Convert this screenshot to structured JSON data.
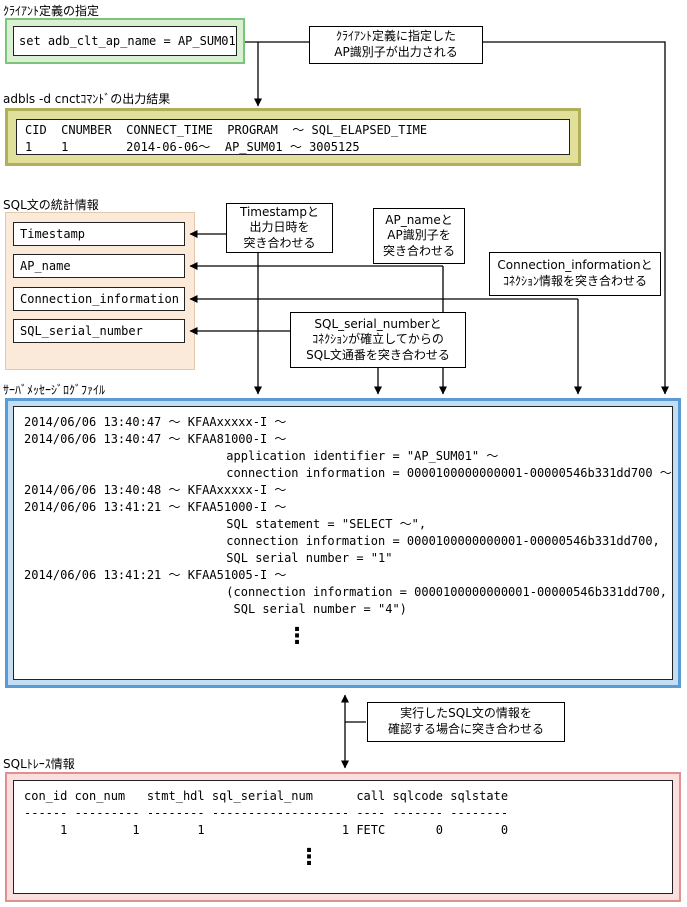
{
  "colors": {
    "green-border": "#7cc47c",
    "green-fill": "#d9f0d2",
    "olive-border": "#b0b05a",
    "olive-fill": "#e0e09a",
    "tan-border": "#e3c8ac",
    "tan-fill": "#fbead9",
    "blue-border": "#5b9bd5",
    "blue-fill": "#c3ddf2",
    "pink-border": "#e09090",
    "pink-fill": "#fbdede",
    "line": "#000000"
  },
  "client_def": {
    "label": "ｸﾗｲｱﾝﾄ定義の指定",
    "code": "set adb_clt_ap_name = AP_SUM01"
  },
  "top_callout": {
    "lines": [
      "ｸﾗｲｱﾝﾄ定義に指定した",
      "AP識別子が出力される"
    ]
  },
  "adbls": {
    "label": "adbls -d cnctｺﾏﾝﾄﾞの出力結果",
    "lines": [
      "CID  CNUMBER  CONNECT_TIME  PROGRAM  ～ SQL_ELAPSED_TIME",
      "1    1        2014-06-06～  AP_SUM01 ～ 3005125"
    ]
  },
  "stats": {
    "label": "SQL文の統計情報",
    "items": [
      "Timestamp",
      "AP_name",
      "Connection_information",
      "SQL_serial_number"
    ]
  },
  "callouts": {
    "timestamp": {
      "lines": [
        "Timestampと",
        "出力日時を",
        "突き合わせる"
      ]
    },
    "ap_name": {
      "lines": [
        "AP_nameと",
        "AP識別子を",
        "突き合わせる"
      ]
    },
    "connection": {
      "lines": [
        "Connection_informationと",
        "ｺﾈｸｼｮﾝ情報を突き合わせる"
      ]
    },
    "serial": {
      "lines": [
        "SQL_serial_numberと",
        "ｺﾈｸｼｮﾝが確立してからの",
        "SQL文通番を突き合わせる"
      ]
    },
    "trace": {
      "lines": [
        "実行したSQL文の情報を",
        "確認する場合に突き合わせる"
      ]
    }
  },
  "server_log": {
    "label": "ｻｰﾊﾞﾒｯｾｰｼﾞﾛｸﾞﾌｧｲﾙ",
    "lines": [
      "2014/06/06 13:40:47 ～ KFAAxxxxx-I ～",
      "2014/06/06 13:40:47 ～ KFAA81000-I ～",
      "                            application identifier = \"AP_SUM01\" ～",
      "                            connection information = 0000100000000001-00000546b331dd700 ～",
      "2014/06/06 13:40:48 ～ KFAAxxxxx-I ～",
      "2014/06/06 13:41:21 ～ KFAA51000-I ～",
      "                            SQL statement = \"SELECT ～\",",
      "                            connection information = 0000100000000001-00000546b331dd700,",
      "                            SQL serial number = \"1\"",
      "2014/06/06 13:41:21 ～ KFAA51005-I ～",
      "                            (connection information = 0000100000000001-00000546b331dd700,",
      "                             SQL serial number = \"4\")"
    ],
    "ellipsis": "⋮"
  },
  "sql_trace": {
    "label": "SQLﾄﾚｰｽ情報",
    "lines": [
      "con_id con_num   stmt_hdl sql_serial_num      call sqlcode sqlstate",
      "------ --------- -------- ------------------- ---- ------- --------",
      "     1         1        1                   1 FETC       0        0"
    ],
    "ellipsis": "⋮"
  }
}
